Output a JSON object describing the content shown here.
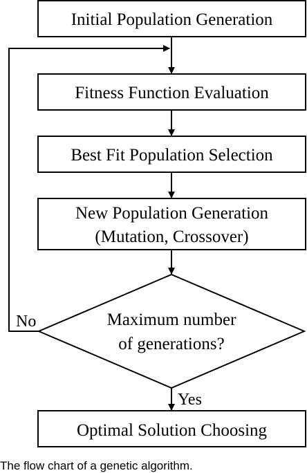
{
  "flowchart": {
    "steps": {
      "initial": "Initial Population Generation",
      "fitness": "Fitness Function Evaluation",
      "selection": "Best Fit Population Selection",
      "new_population": {
        "line1": "New Population Generation",
        "line2": "(Mutation, Crossover)"
      },
      "decision": {
        "line1": "Maximum number",
        "line2": "of generations?"
      },
      "optimal": "Optimal Solution Choosing"
    },
    "branch_labels": {
      "no": "No",
      "yes": "Yes"
    }
  },
  "caption": "The flow chart of a genetic algorithm."
}
